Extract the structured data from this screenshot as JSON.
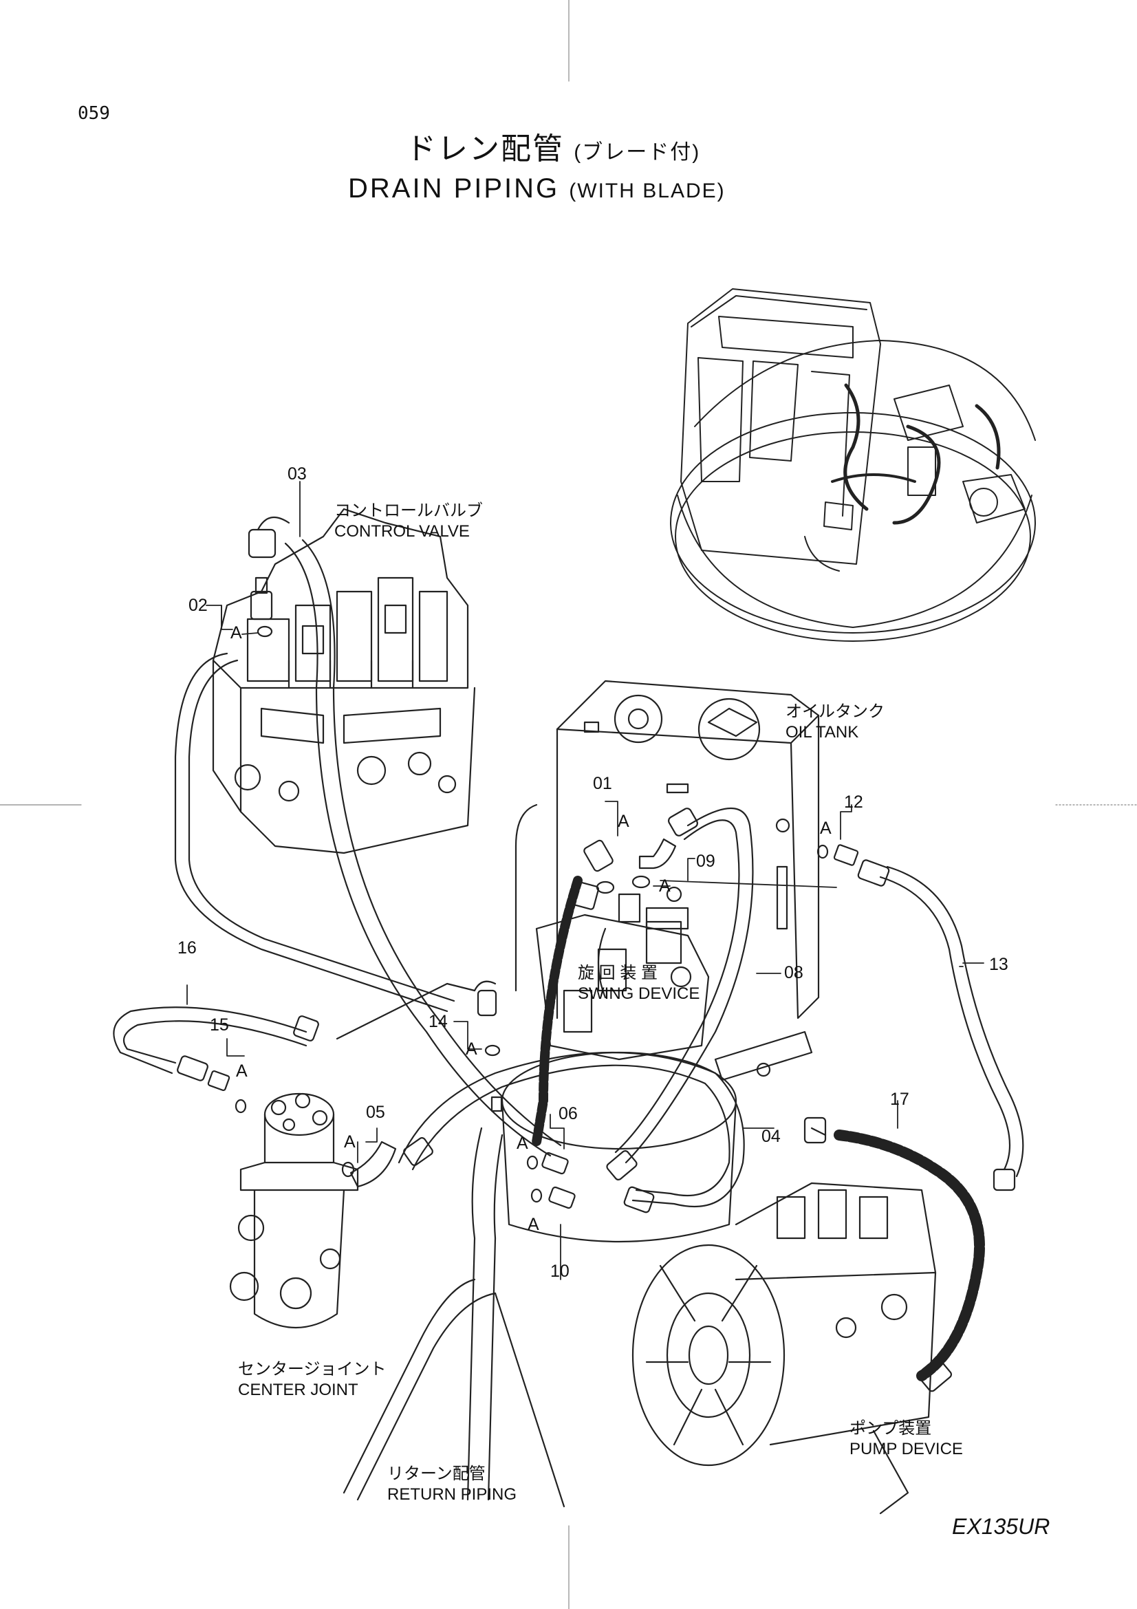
{
  "page_number": "059",
  "title": {
    "jp": "ドレン配管",
    "jp_sub": "(ブレード付)",
    "en": "DRAIN PIPING",
    "en_sub": "(WITH BLADE)"
  },
  "components": [
    {
      "id": "control-valve",
      "jp": "コントロールバルブ",
      "en": "CONTROL VALVE"
    },
    {
      "id": "oil-tank",
      "jp": "オイルタンク",
      "en": "OIL TANK"
    },
    {
      "id": "swing-device",
      "jp": "旋 回 装 置",
      "en": "SWING DEVICE"
    },
    {
      "id": "center-joint",
      "jp": "センタージョイント",
      "en": "CENTER JOINT"
    },
    {
      "id": "pump-device",
      "jp": "ポンプ装置",
      "en": "PUMP DEVICE"
    },
    {
      "id": "return-piping",
      "jp": "リターン配管",
      "en": "RETURN PIPING"
    }
  ],
  "part_numbers": [
    "01",
    "02",
    "03",
    "04",
    "05",
    "06",
    "08",
    "09",
    "10",
    "12",
    "13",
    "14",
    "15",
    "16",
    "17"
  ],
  "detail_mark": "A",
  "model": "EX135UR"
}
